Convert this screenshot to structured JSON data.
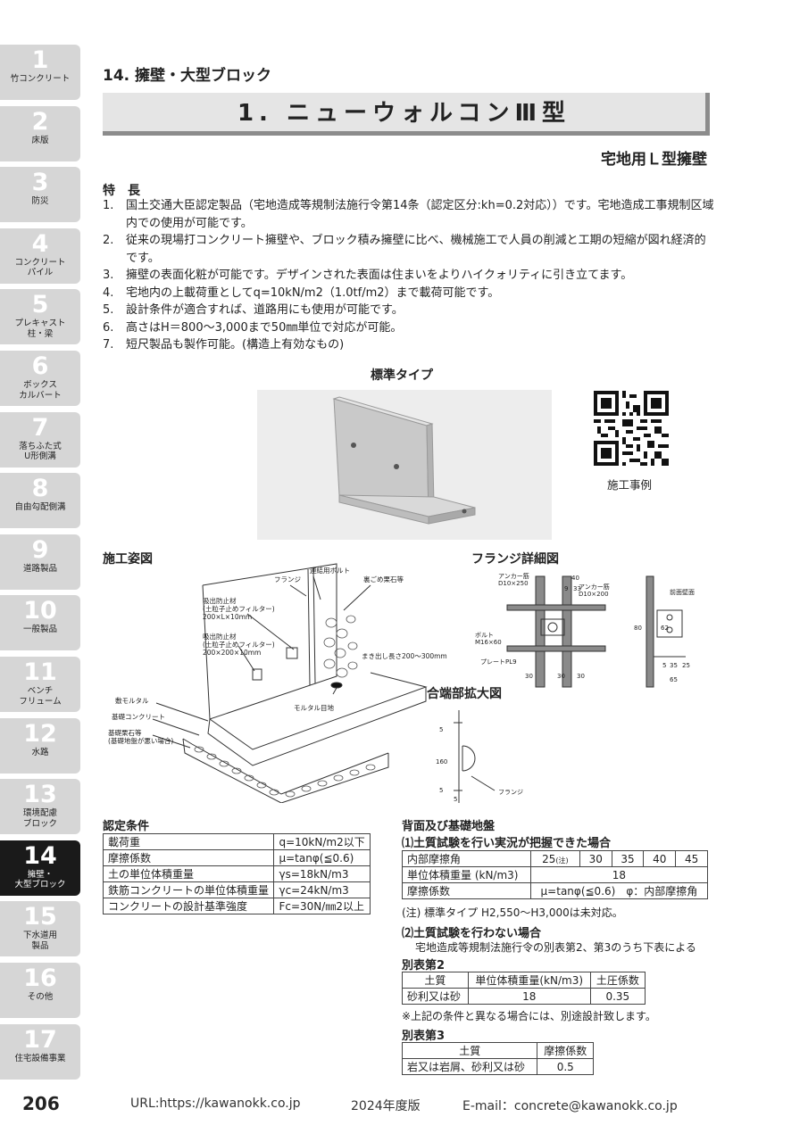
{
  "side_tabs": [
    {
      "num": "1",
      "label": "竹コンクリート",
      "active": false
    },
    {
      "num": "2",
      "label": "床版",
      "active": false
    },
    {
      "num": "3",
      "label": "防災",
      "active": false
    },
    {
      "num": "4",
      "label": "コンクリート\nパイル",
      "active": false
    },
    {
      "num": "5",
      "label": "プレキャスト\n柱・梁",
      "active": false
    },
    {
      "num": "6",
      "label": "ボックス\nカルバート",
      "active": false
    },
    {
      "num": "7",
      "label": "落ちふた式\nU形側溝",
      "active": false
    },
    {
      "num": "8",
      "label": "自由勾配側溝",
      "active": false
    },
    {
      "num": "9",
      "label": "道路製品",
      "active": false
    },
    {
      "num": "10",
      "label": "一般製品",
      "active": false
    },
    {
      "num": "11",
      "label": "ベンチ\nフリューム",
      "active": false
    },
    {
      "num": "12",
      "label": "水路",
      "active": false
    },
    {
      "num": "13",
      "label": "環境配慮\nブロック",
      "active": false
    },
    {
      "num": "14",
      "label": "擁壁・\n大型ブロック",
      "active": true
    },
    {
      "num": "15",
      "label": "下水道用\n製品",
      "active": false
    },
    {
      "num": "16",
      "label": "その他",
      "active": false
    },
    {
      "num": "17",
      "label": "住宅設備事業",
      "active": false
    }
  ],
  "header": {
    "section": "14. 擁壁・大型ブロック",
    "title": "1. ニューウォルコンⅢ型",
    "subtitle": "宅地用Ｌ型擁壁"
  },
  "features": {
    "heading": "特長",
    "items": [
      {
        "num": "1.",
        "text": "国土交通大臣認定製品（宅地造成等規制法施行令第14条（認定区分:kh=0.2対応））です。宅地造成工事規制区域内での使用が可能です。"
      },
      {
        "num": "2.",
        "text": "従来の現場打コンクリート擁壁や、ブロック積み擁壁に比べ、機械施工で人員の削減と工期の短縮が図れ経済的です。"
      },
      {
        "num": "3.",
        "text": "擁壁の表面化粧が可能です。デザインされた表面は住まいをよりハイクォリティに引き立てます。"
      },
      {
        "num": "4.",
        "text": "宅地内の上載荷重としてq=10kN/m2（1.0tf/m2）まで載荷可能です。"
      },
      {
        "num": "5.",
        "text": "設計条件が適合すれば、道路用にも使用が可能です。"
      },
      {
        "num": "6.",
        "text": "高さはH＝800～3,000まで50㎜単位で対応が可能。"
      },
      {
        "num": "7.",
        "text": "短尺製品も製作可能。(構造上有効なもの)"
      }
    ]
  },
  "standard_type": {
    "label": "標準タイプ",
    "qr_caption": "施工事例"
  },
  "figures": {
    "construction": {
      "label": "施工姿図",
      "callouts": {
        "flange": "フランジ",
        "bolt": "連結用ボルト",
        "backfill": "裏ごめ栗石等",
        "filter1": "吸出防止材\n(土粒子止めフィルター)\n200×L×10mm",
        "filter2": "吸出防止材\n(土粒子止めフィルター)\n200×200×10mm",
        "depth": "まき出し長さ200～300mm",
        "mortar_joint": "モルタル目地",
        "bed_mortar": "敷モルタル",
        "base_concrete": "基礎コンクリート",
        "foundation": "基礎栗石等\n(基礎地盤が悪い場合)"
      }
    },
    "flange_detail": {
      "label": "フランジ詳細図",
      "callouts": {
        "anchor1": "アンカー筋\nD10×250",
        "anchor2": "アンカー筋\nD10×200",
        "bolt": "ボルト\nM16×60",
        "plate": "プレートPL9",
        "front": "前面壁面"
      },
      "dims": [
        "40",
        "9",
        "33",
        "80",
        "62",
        "30",
        "30",
        "30",
        "5",
        "35",
        "25",
        "65"
      ]
    },
    "joint_detail": {
      "label": "合端部拡大図",
      "flange": "フランジ",
      "dims": [
        "5",
        "160",
        "5",
        "5"
      ]
    }
  },
  "cert_conditions": {
    "heading": "認定条件",
    "rows": [
      [
        "載荷重",
        "q=10kN/m2以下"
      ],
      [
        "摩擦係数",
        "μ=tanφ(≦0.6)"
      ],
      [
        "土の単位体積重量",
        "γs=18kN/m3"
      ],
      [
        "鉄筋コンクリートの単位体積重量",
        "γc=24kN/m3"
      ],
      [
        "コンクリートの設計基準強度",
        "Fc=30N/㎜2以上"
      ]
    ]
  },
  "backfill": {
    "heading": "背面及び基礎地盤",
    "case1": {
      "heading": "⑴土質試験を行い実況が把握できた場合",
      "friction_angle_label": "内部摩擦角",
      "friction_angles": [
        "25",
        "30",
        "35",
        "40",
        "45"
      ],
      "angle_note_mark": "(注)",
      "unit_weight_label": "単位体積重量 (kN/m3)",
      "unit_weight_value": "18",
      "friction_coef_label": "摩擦係数",
      "friction_coef_value": "μ=tanφ(≦0.6)　φ：内部摩擦角",
      "note": "(注) 標準タイプ H2,550～H3,000は未対応。"
    },
    "case2": {
      "heading": "⑵土質試験を行わない場合",
      "text": "宅地造成等規制法施行令の別表第2、第3のうち下表による",
      "table2": {
        "heading": "別表第2",
        "header": [
          "土質",
          "単位体積重量(kN/m3)",
          "土圧係数"
        ],
        "rows": [
          [
            "砂利又は砂",
            "18",
            "0.35"
          ]
        ]
      },
      "note": "※上記の条件と異なる場合には、別途設計致します。",
      "table3": {
        "heading": "別表第3",
        "header": [
          "土質",
          "摩擦係数"
        ],
        "rows": [
          [
            "岩又は岩屑、砂利又は砂",
            "0.5"
          ]
        ]
      }
    }
  },
  "footer": {
    "page_number": "206",
    "url": "URL:https://kawanokk.co.jp",
    "edition": "2024年度版",
    "email": "E-mail：concrete@kawanokk.co.jp"
  }
}
